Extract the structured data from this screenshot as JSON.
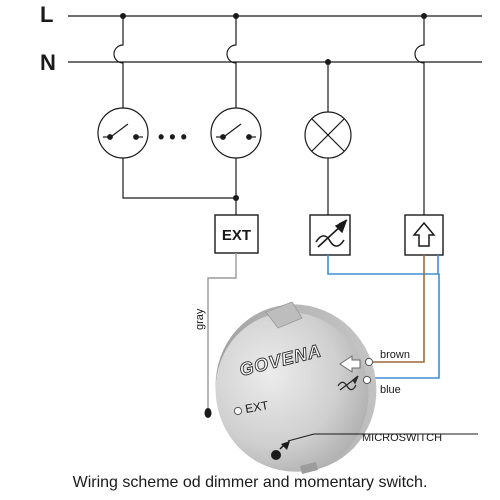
{
  "lines": {
    "live": "L",
    "neutral": "N"
  },
  "ellipsis": "• • •",
  "ext_box": "EXT",
  "wires": {
    "gray": "gray",
    "brown": "brown",
    "blue": "blue"
  },
  "device": {
    "brand": "GOVENA",
    "ext_terminal": "EXT",
    "microswitch": "MICROSWITCH"
  },
  "caption": "Wiring scheme od dimmer and momentary switch.",
  "colors": {
    "wire": "#1a1a1a",
    "gray_wire": "#9a9a9a",
    "brown_wire": "#9c6a3a",
    "blue_wire": "#3d8fd6",
    "device_body": "#c9c9c9"
  }
}
